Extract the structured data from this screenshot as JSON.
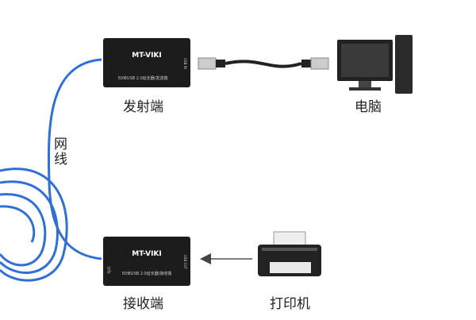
{
  "transmitter": {
    "brand": "MT-VIKI",
    "model": "50米USB 2.0延长器/发送端",
    "port": "USB IN",
    "label": "发射端"
  },
  "receiver": {
    "brand": "MT-VIKI",
    "model": "50米USB 2.0延长器/接收端",
    "port": "USB OUT",
    "port2": "RJ45",
    "label": "接收端"
  },
  "computer": {
    "label": "电脑"
  },
  "printer": {
    "label": "打印机"
  },
  "cable": {
    "label": "网线"
  },
  "colors": {
    "cable": "#2f6fd6",
    "device": "#1c1c1c"
  }
}
